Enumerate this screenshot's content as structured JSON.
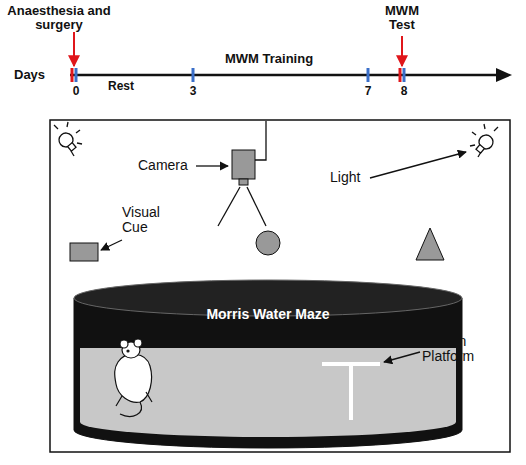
{
  "diagram": {
    "nodes": [
      {
        "text": [
          "Morris Water Maze"
        ]
      }
    ],
    "labels": [
      "Anaesthesia and surgery",
      "MWM Test",
      "Days",
      "Rest",
      "MWM Training",
      "0",
      "3",
      "7",
      "8",
      "Camera",
      "Light",
      "Visual Cue",
      "Hidden Platform"
    ]
  }
}
